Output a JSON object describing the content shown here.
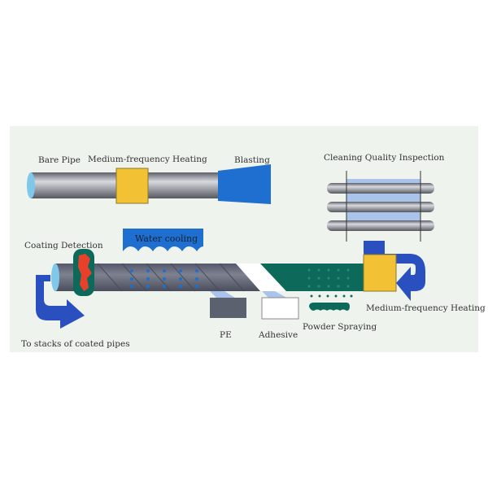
{
  "labels": {
    "bare_pipe": "Bare Pipe",
    "mf_heating_top": "Medium-frequency Heating",
    "blasting": "Blasting",
    "cleaning_inspection": "Cleaning Quality Inspection",
    "water_cooling": "Water cooling",
    "coating_detection": "Coating Detection",
    "mf_heating_bottom": "Medium-frequency Heating",
    "powder_spraying": "Powder Spraying",
    "pe": "PE",
    "adhesive": "Adhesive",
    "to_stacks": "To stacks of coated pipes"
  },
  "colors": {
    "background": "#eef3ee",
    "pipe": "#8a8d96",
    "heater": "#f3c234",
    "blast": "#1f6fd0",
    "arrow": "#2a4fbf",
    "coating_green": "#0d6a5a",
    "defect_red": "#e8402a"
  }
}
